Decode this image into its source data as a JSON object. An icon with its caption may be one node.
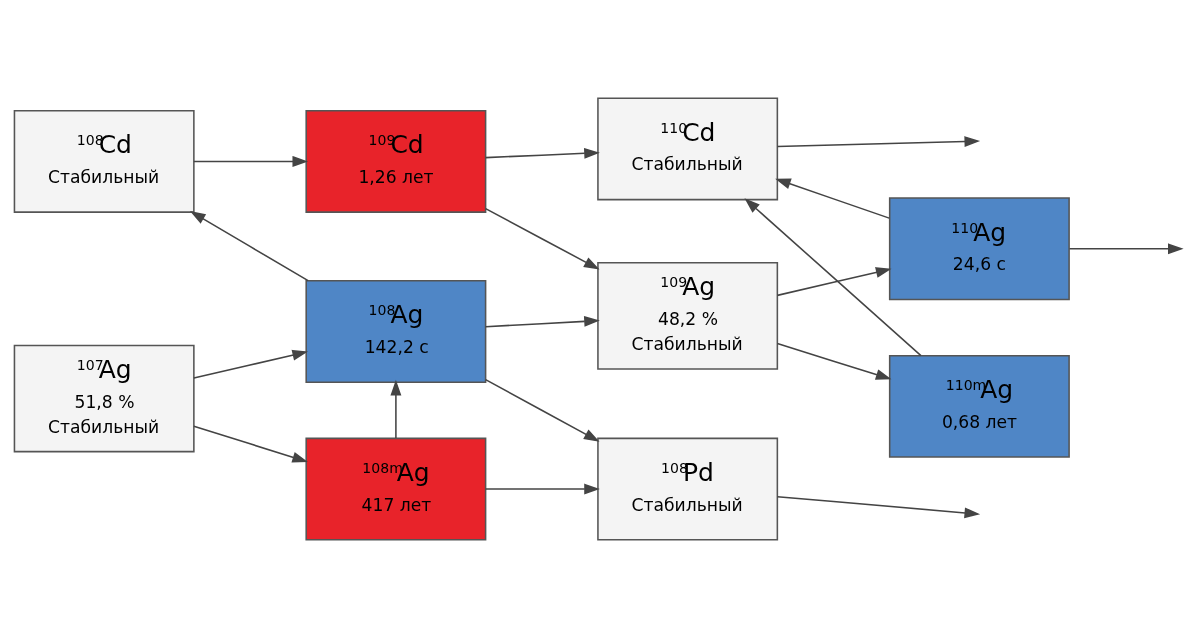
{
  "diagram": {
    "nodes": [
      {
        "text": [
          "$^{108}$Cd",
          "Стабильный"
        ]
      },
      {
        "text": [
          "$^{109}$Cd",
          "1,26 лет"
        ]
      },
      {
        "text": [
          "$^{110}$Cd",
          "Стабильный"
        ]
      },
      {
        "text": [
          "$^{107}$Ag",
          "51,8 %",
          "Стабильный"
        ]
      },
      {
        "text": [
          "$^{108}$Ag",
          "142,2 с"
        ]
      },
      {
        "text": [
          "$^{109}$Ag",
          "48,2 %",
          "Стабильный"
        ]
      },
      {
        "text": [
          "$^{110}$Ag",
          "24,6 с"
        ]
      },
      {
        "text": [
          "$^{108m}$Ag",
          "417 лет"
        ]
      },
      {
        "text": [
          "$^{110m}$Ag",
          "0,68 лет"
        ]
      },
      {
        "text": [
          "$^{108}$Pd",
          "Стабильный"
        ]
      }
    ],
    "edges": [
      {
        "from": 0,
        "to": 1,
        "arrow": "to"
      },
      {
        "from": 1,
        "to": 2,
        "arrow": "to"
      },
      {
        "from": 2,
        "to": null,
        "arrow": "to"
      },
      {
        "from": 1,
        "to": 5,
        "arrow": "to"
      },
      {
        "from": 4,
        "to": 0,
        "arrow": "to"
      },
      {
        "from": 3,
        "to": 4,
        "arrow": "to"
      },
      {
        "from": 4,
        "to": 5,
        "arrow": "to"
      },
      {
        "from": 5,
        "to": 6,
        "arrow": "to"
      },
      {
        "from": 6,
        "to": null,
        "arrow": "to"
      },
      {
        "from": 6,
        "to": 2,
        "arrow": "to"
      },
      {
        "from": 8,
        "to": 2,
        "arrow": "to"
      },
      {
        "from": 7,
        "to": 4,
        "arrow": "to"
      },
      {
        "from": 3,
        "to": 7,
        "arrow": "to"
      },
      {
        "from": 5,
        "to": 8,
        "arrow": "to"
      },
      {
        "from": 4,
        "to": 9,
        "arrow": "to"
      },
      {
        "from": 7,
        "to": 9,
        "arrow": "to"
      },
      {
        "from": 9,
        "to": null,
        "arrow": "to"
      }
    ]
  }
}
